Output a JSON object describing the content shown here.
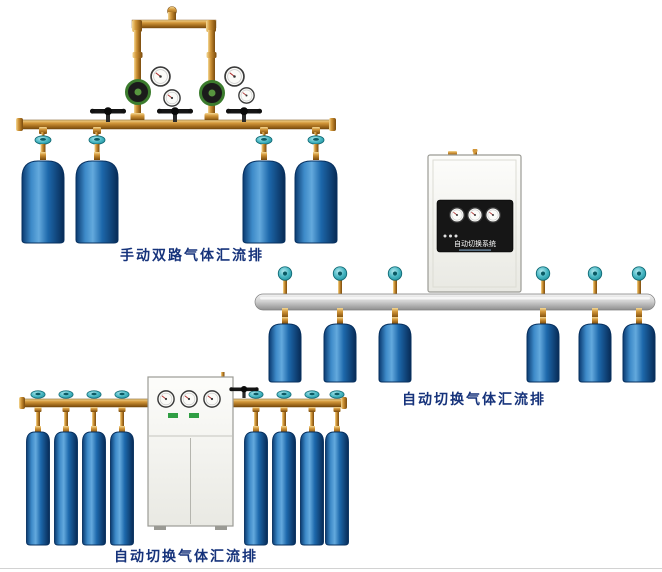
{
  "page": {
    "background": "#ffffff"
  },
  "products": [
    {
      "id": "manual-dual-manifold",
      "caption": "手动双路气体汇流排",
      "cylinder_count": 4
    },
    {
      "id": "auto-switch-manifold-wall-cabinet",
      "caption": "自动切换气体汇流排",
      "cabinet_label": "自动切换系统",
      "cylinder_count": 6
    },
    {
      "id": "auto-switch-manifold-floor-cabinet",
      "caption": "自动切换气体汇流排",
      "cylinder_count": 8
    }
  ],
  "colors": {
    "cylinder_blue": "#1d68ab",
    "brass": "#c8882a",
    "valve_teal": "#43b3c0",
    "regulator_green": "#3c7c2e",
    "caption_text": "#16337b",
    "cabinet_white": "#f4f4ef",
    "rail_silver": "#c9c9c9",
    "panel_black": "#161616"
  }
}
